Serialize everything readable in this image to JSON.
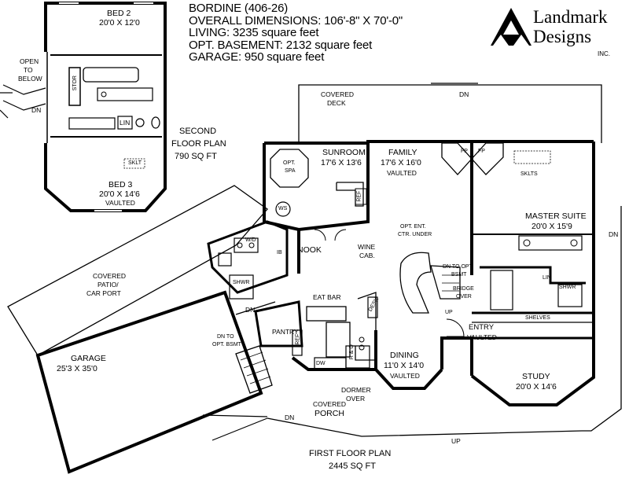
{
  "header": {
    "plan_name": "BORDINE (406-26)",
    "overall": "OVERALL DIMENSIONS: 106'-8\" X 70'-0\"",
    "living": "LIVING: 3235 square feet",
    "basement": "OPT. BASEMENT: 2132 square feet",
    "garage": "GARAGE: 950 square feet"
  },
  "logo": {
    "line1": "Landmark",
    "line2": "Designs",
    "inc": "INC."
  },
  "second_floor": {
    "title_1": "SECOND",
    "title_2": "FLOOR PLAN",
    "area": "790 SQ FT",
    "bed2_name": "BED 2",
    "bed2_size": "20'0 X 12'0",
    "bed3_name": "BED 3",
    "bed3_size": "20'0 X 14'6",
    "bed3_note": "VAULTED",
    "open_1": "OPEN",
    "open_2": "TO",
    "open_3": "BELOW",
    "dn": "DN",
    "stor": "STOR",
    "lin": "LIN",
    "sklt": "SKLT"
  },
  "first_floor": {
    "title": "FIRST FLOOR PLAN",
    "area": "2445 SQ FT",
    "covered_deck_1": "COVERED",
    "covered_deck_2": "DECK",
    "deck_dn": "DN",
    "sunroom_name": "SUNROOM",
    "sunroom_size": "17'6 X 13'6",
    "spa_1": "OPT.",
    "spa_2": "SPA",
    "ws": "WS",
    "ref_sun": "REF",
    "family_name": "FAMILY",
    "family_size": "17'6 X 16'0",
    "family_note": "VAULTED",
    "fp_left": "FP",
    "fp_right": "FP",
    "sklts": "SKLTS",
    "master_name": "MASTER SUITE",
    "master_size": "20'0 X 15'9",
    "east_dn": "DN",
    "nook": "NOOK",
    "wine_1": "WINE",
    "wine_2": "CAB.",
    "wd": "W/D",
    "ib": "IB",
    "ent_1": "OPT. ENT.",
    "ent_2": "CTR. UNDER",
    "dn_opt_1": "DN TO OPT.",
    "dn_opt_2": "BSMT",
    "bridge_1": "BRIDGE",
    "bridge_2": "OVER",
    "up_stair": "UP",
    "lin": "LIN",
    "shwr": "SHWR",
    "shelves": "SHELVES",
    "entry_name": "ENTRY",
    "entry_note": "VAULTED",
    "shwr_laundry": "SHWR",
    "patio_1": "COVERED",
    "patio_2": "PATIO/",
    "patio_3": "CAR PORT",
    "garage_name": "GARAGE",
    "garage_size": "25'3 X 35'0",
    "dn_garage": "DN",
    "bsmt_1": "DN TO",
    "bsmt_2": "OPT. BSMT",
    "pantry": "PANTRY",
    "ref_kit": "REF",
    "eat_bar": "EAT BAR",
    "desk": "DESK",
    "r_o": "R & O",
    "dw": "DW",
    "dining_name": "DINING",
    "dining_size": "11'0 X 14'0",
    "dining_note": "VAULTED",
    "study_name": "STUDY",
    "study_size": "20'0 X 14'6",
    "dormer_1": "DORMER",
    "dormer_2": "OVER",
    "porch_1": "COVERED",
    "porch_2": "PORCH",
    "porch_dn": "DN",
    "up_porch": "UP"
  }
}
